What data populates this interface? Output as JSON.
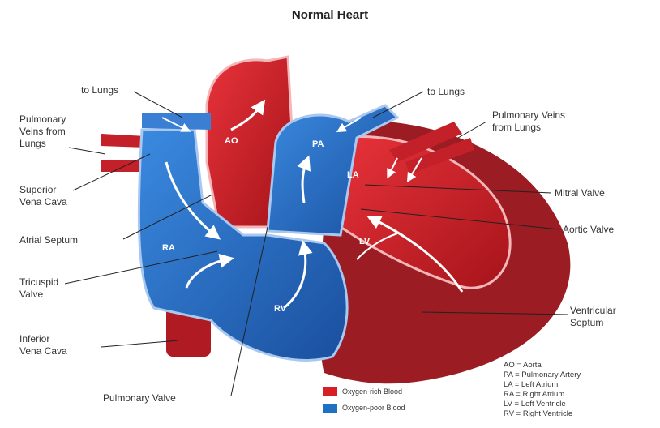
{
  "title": "Normal Heart",
  "labels": {
    "to_lungs_left": "to Lungs",
    "to_lungs_right": "to Lungs",
    "pulmonary_veins_left": "Pulmonary\nVeins from\nLungs",
    "pulmonary_veins_right": "Pulmonary Veins\nfrom Lungs",
    "superior_vena_cava": "Superior\nVena Cava",
    "atrial_septum": "Atrial Septum",
    "tricuspid_valve": "Tricuspid\nValve",
    "inferior_vena_cava": "Inferior\nVena Cava",
    "pulmonary_valve": "Pulmonary Valve",
    "mitral_valve": "Mitral Valve",
    "aortic_valve": "Aortic Valve",
    "ventricular_septum": "Ventricular\nSeptum"
  },
  "chambers": {
    "ao": "AO",
    "pa": "PA",
    "la": "LA",
    "lv": "LV",
    "ra": "RA",
    "rv": "RV"
  },
  "legend": [
    {
      "label": "Oxygen-rich Blood",
      "color": "#d81f26"
    },
    {
      "label": "Oxygen-poor Blood",
      "color": "#1f6fc4"
    }
  ],
  "key": [
    "AO = Aorta",
    "PA = Pulmonary Artery",
    "LA = Left Atrium",
    "RA = Right Atrium",
    "LV = Left Ventricle",
    "RV = Right Ventricle"
  ]
}
